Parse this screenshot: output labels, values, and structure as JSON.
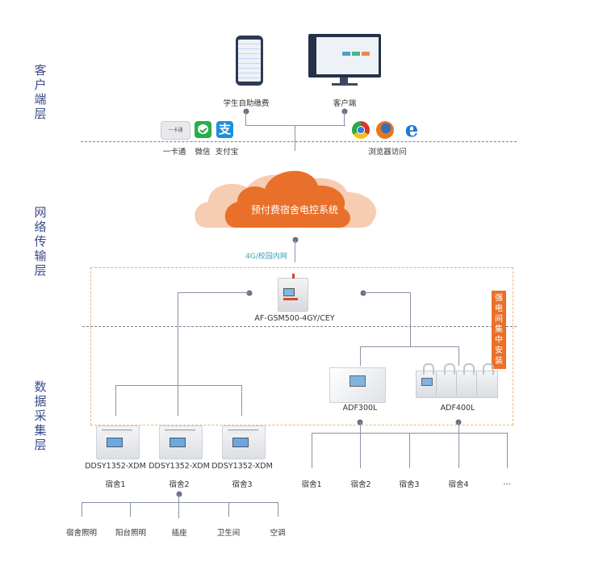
{
  "layers": [
    {
      "id": "client",
      "label": "客户端层"
    },
    {
      "id": "network",
      "label": "网络传输层"
    },
    {
      "id": "data",
      "label": "数据采集层"
    }
  ],
  "client": {
    "student_payment_label": "学生自助缴费",
    "client_label": "客户端",
    "payment_methods": [
      {
        "icon": "campus-card-icon",
        "icon_text": "一卡通",
        "label": "一卡通"
      },
      {
        "icon": "wechat-icon",
        "label": "微信"
      },
      {
        "icon": "alipay-icon",
        "icon_text": "支",
        "label": "支付宝"
      }
    ],
    "browsers": [
      {
        "icon": "chrome-icon"
      },
      {
        "icon": "firefox-icon"
      },
      {
        "icon": "ie-icon",
        "icon_text": "e"
      }
    ],
    "browser_access_label": "浏览器访问"
  },
  "network": {
    "cloud_label": "预付费宿舍电控系统",
    "link_label": "4G/校园内网"
  },
  "gateway": {
    "model": "AF-GSM500-4GY/CEY"
  },
  "install_tag": "强电间集中安装",
  "meters": {
    "single": [
      {
        "model": "DDSY1352-XDM",
        "room": "宿舍1"
      },
      {
        "model": "DDSY1352-XDM",
        "room": "宿舍2"
      },
      {
        "model": "DDSY1352-XDM",
        "room": "宿舍3"
      }
    ],
    "multi": [
      {
        "model": "ADF300L"
      },
      {
        "model": "ADF400L"
      }
    ],
    "multi_rooms": [
      "宿舍1",
      "宿舍2",
      "宿舍3",
      "宿舍4",
      "…"
    ]
  },
  "circuits": [
    "宿舍照明",
    "阳台照明",
    "插座",
    "卫生间",
    "空调"
  ],
  "colors": {
    "accent_orange": "#e9702a",
    "cloud_light": "#f6cdb2",
    "layer_text": "#3a4a8a",
    "link_text": "#3aa0b5",
    "line": "#8a93a6",
    "dot": "#667089"
  }
}
